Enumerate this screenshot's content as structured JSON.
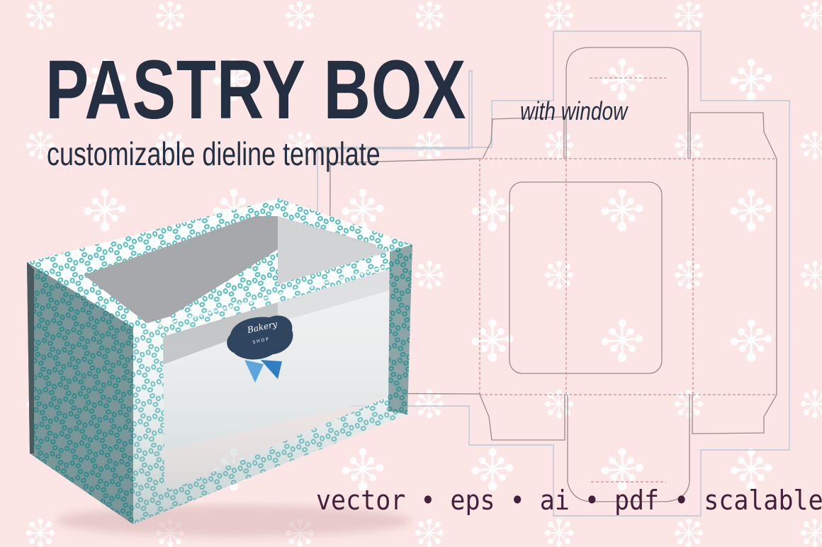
{
  "header": {
    "title": "PASTRY BOX",
    "title_suffix": "with window",
    "subtitle": "customizable dieline template"
  },
  "footer": {
    "formats": "vector • eps • ai • pdf • scalable"
  },
  "illustration": {
    "label_title": "Bakery",
    "label_subtitle": "SHOP"
  },
  "colors": {
    "background": "#fce6e5",
    "snowflake": "#ffffff",
    "title": "#243041",
    "formats_text": "#45203a",
    "box_pattern": "#4fbcbd",
    "box_side": "#7a9698",
    "cut_line": "#9a8a8c",
    "bleed_line": "#b9c8d6",
    "fold_line": "#c98a94",
    "label": "#2f4560",
    "ribbon": "#3a8fd0"
  }
}
